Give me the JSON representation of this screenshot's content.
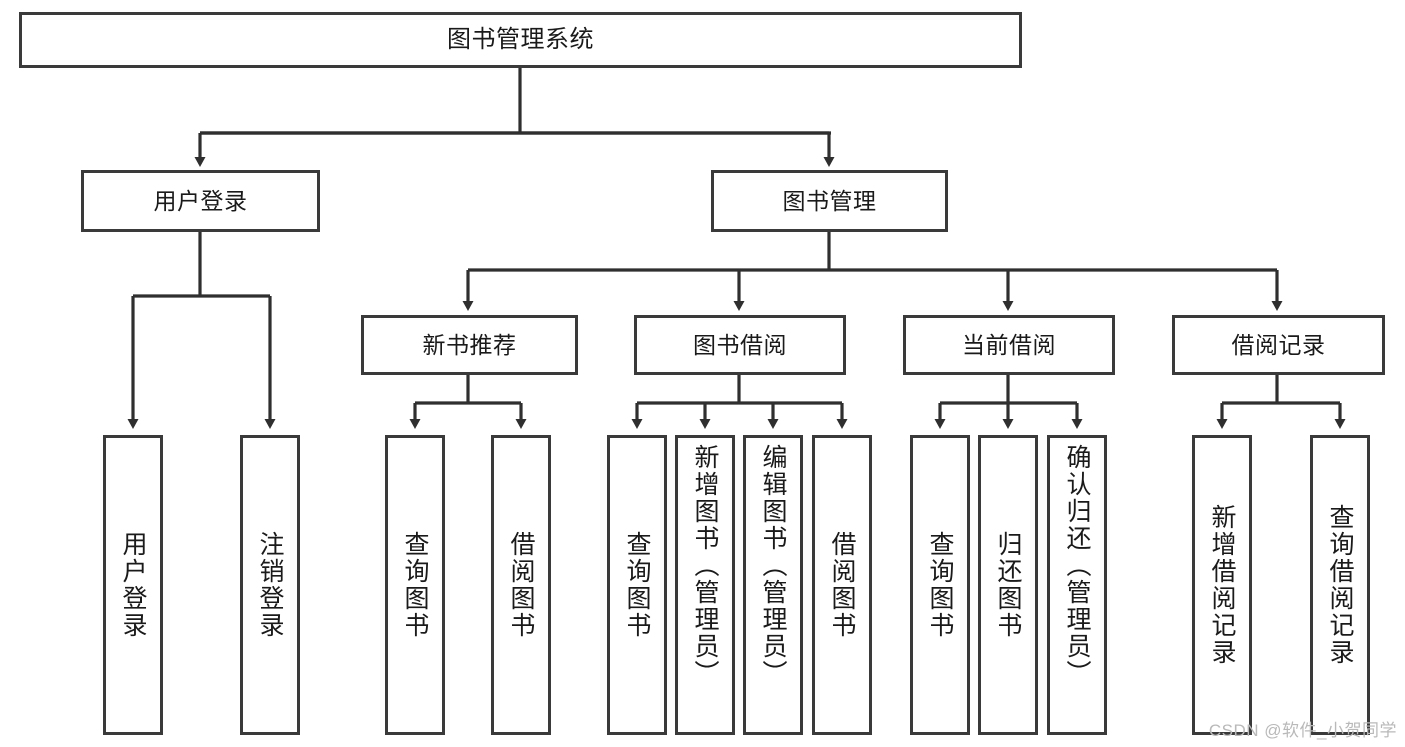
{
  "diagram": {
    "type": "tree-hierarchy",
    "title": "图书管理系统",
    "root": {
      "id": "root",
      "label": "图书管理系统"
    },
    "level2": [
      {
        "id": "login",
        "label": "用户登录"
      },
      {
        "id": "bookmgmt",
        "label": "图书管理"
      }
    ],
    "level3": [
      {
        "id": "newbook",
        "label": "新书推荐",
        "parent": "bookmgmt"
      },
      {
        "id": "borrow",
        "label": "图书借阅",
        "parent": "bookmgmt"
      },
      {
        "id": "current",
        "label": "当前借阅",
        "parent": "bookmgmt"
      },
      {
        "id": "records",
        "label": "借阅记录",
        "parent": "bookmgmt"
      }
    ],
    "leaves": {
      "login": [
        {
          "id": "l1",
          "label": "用户登录"
        },
        {
          "id": "l2",
          "label": "注销登录"
        }
      ],
      "newbook": [
        {
          "id": "n1",
          "label": "查询图书"
        },
        {
          "id": "n2",
          "label": "借阅图书"
        }
      ],
      "borrow": [
        {
          "id": "b1",
          "label": "查询图书"
        },
        {
          "id": "b2",
          "label": "新增图书（管理员）"
        },
        {
          "id": "b3",
          "label": "编辑图书（管理员）"
        },
        {
          "id": "b4",
          "label": "借阅图书"
        }
      ],
      "current": [
        {
          "id": "c1",
          "label": "查询图书"
        },
        {
          "id": "c2",
          "label": "归还图书"
        },
        {
          "id": "c3",
          "label": "确认归还（管理员）"
        }
      ],
      "records": [
        {
          "id": "r1",
          "label": "新增借阅记录"
        },
        {
          "id": "r2",
          "label": "查询借阅记录"
        }
      ]
    },
    "colors": {
      "box_border": "#3a3a3a",
      "box_fill": "#ffffff",
      "connector": "#2f2f2f",
      "text": "#1a1a1a",
      "watermark": "#b9b9b9"
    }
  },
  "watermark": {
    "text": "CSDN @软件_小贺同学"
  }
}
